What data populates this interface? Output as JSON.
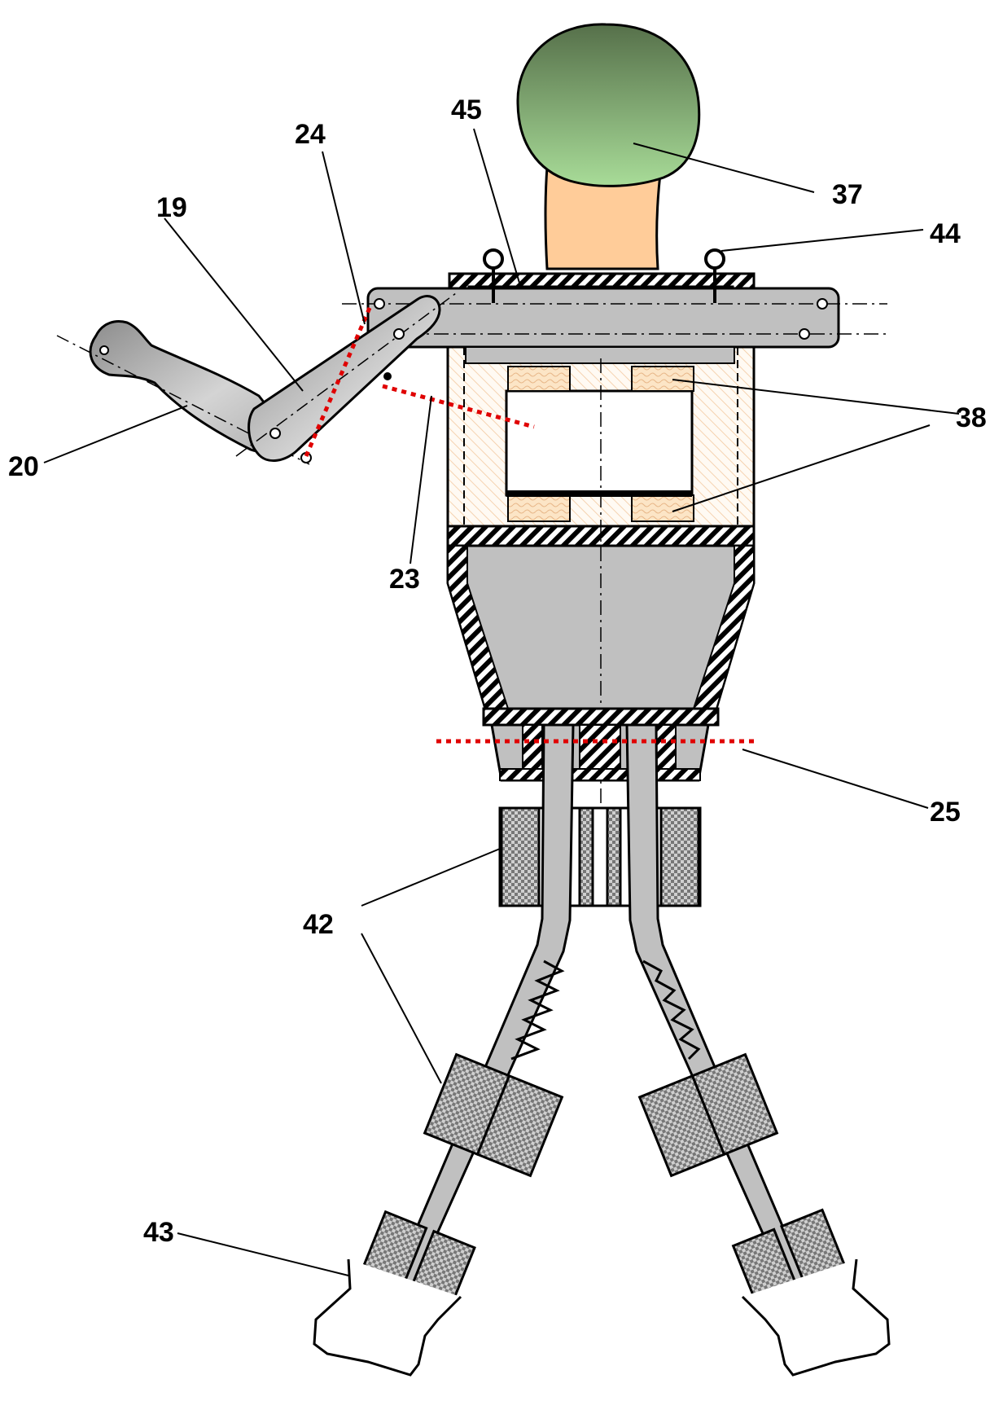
{
  "diagram": {
    "labels": {
      "head": "37",
      "hook": "44",
      "plate": "45",
      "shoulder": "24",
      "upper_arm": "19",
      "forearm": "20",
      "arm_joint": "23",
      "chest_weights": "38",
      "hip_line": "25",
      "leg_weights": "42",
      "foot": "43"
    },
    "colors": {
      "outline": "#000000",
      "body_fill": "#c0c0c0",
      "head_top": "#56704a",
      "head_bottom": "#a8dc98",
      "neck": "#ffcc99",
      "chest_hatch": "#f3c9a0",
      "weight_fill": "#fce5c6",
      "cut_line": "#e00000"
    }
  }
}
